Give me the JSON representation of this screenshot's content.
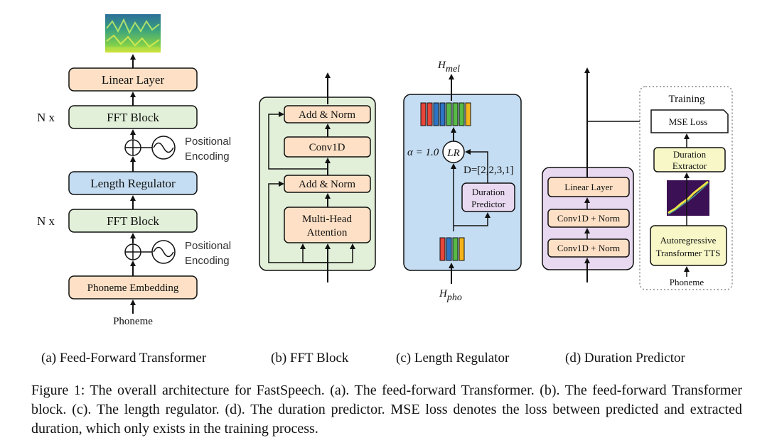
{
  "panel_a": {
    "linear_layer": "Linear Layer",
    "fft_block_top": "FFT Block",
    "nx_top": "N x",
    "positional_top_1": "Positional",
    "positional_top_2": "Encoding",
    "length_regulator": "Length Regulator",
    "fft_block_bottom": "FFT Block",
    "nx_bottom": "N x",
    "positional_bottom_1": "Positional",
    "positional_bottom_2": "Encoding",
    "phoneme_embedding": "Phoneme Embedding",
    "phoneme": "Phoneme",
    "caption": "(a) Feed-Forward Transformer"
  },
  "panel_b": {
    "add_norm_top": "Add & Norm",
    "conv1d": "Conv1D",
    "add_norm_bottom": "Add & Norm",
    "mha_1": "Multi-Head",
    "mha_2": "Attention",
    "caption": "(b) FFT Block"
  },
  "panel_c": {
    "h_mel_main": "H",
    "h_mel_sub": "mel",
    "h_pho_main": "H",
    "h_pho_sub": "pho",
    "alpha": "α = 1.0",
    "lr": "LR",
    "d_value": "D=[2,2,3,1]",
    "duration_predictor_1": "Duration",
    "duration_predictor_2": "Predictor",
    "caption": "(c) Length Regulator"
  },
  "panel_d": {
    "linear_layer": "Linear Layer",
    "conv_norm_top": "Conv1D + Norm",
    "conv_norm_bottom": "Conv1D + Norm",
    "training": "Training",
    "mse_loss": "MSE Loss",
    "duration_extractor_1": "Duration",
    "duration_extractor_2": "Extractor",
    "ar_tts_1": "Autoregressive",
    "ar_tts_2": "Transformer TTS",
    "phoneme": "Phoneme",
    "caption": "(d) Duration Predictor"
  },
  "figure_caption": "Figure 1: The overall architecture for FastSpeech. (a). The feed-forward Transformer. (b). The feed-forward Transformer block. (c). The length regulator. (d). The duration predictor. MSE loss denotes the loss between predicted and extracted duration, which only exists in the training process.",
  "colors": {
    "orange_fill": "#fde0c5",
    "green_fill": "#e2f0d9",
    "blue_fill": "#c5ddf2",
    "purple_fill": "#e8d9f1",
    "yellow_fill": "#f7f7c8",
    "bars": [
      "#e8463a",
      "#2d74c4",
      "#57b947",
      "#7b4fa8",
      "#f4b41a",
      "#29a3d9"
    ]
  }
}
